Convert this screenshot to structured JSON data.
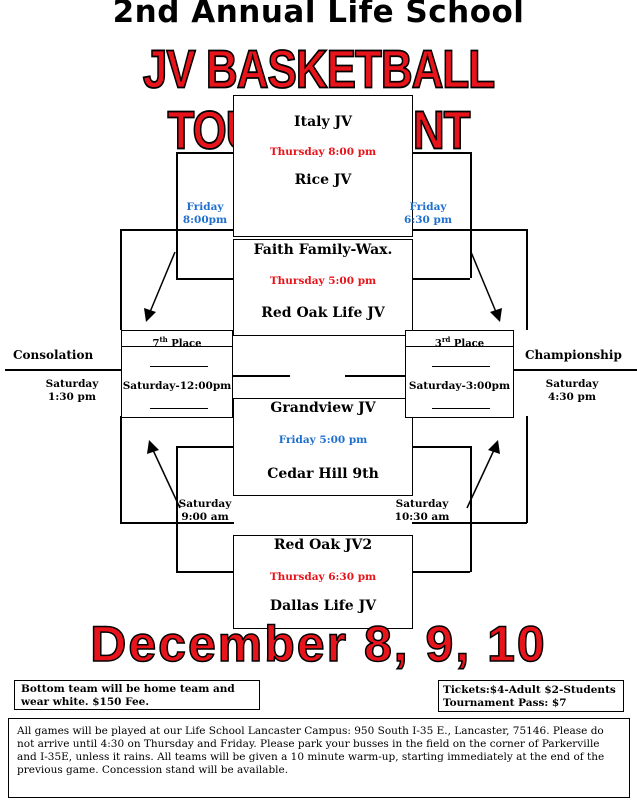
{
  "header": {
    "title": "2nd Annual Life School",
    "subtitle": "JV BASKETBALL TOURNAMENT"
  },
  "games": {
    "g1": {
      "top_team": "Italy JV",
      "time": "Thursday  8:00 pm",
      "bottom_team": "Rice JV"
    },
    "g2": {
      "top_team": "Faith Family-Wax.",
      "time": "Thursday  5:00 pm",
      "bottom_team": "Red Oak Life JV"
    },
    "g3": {
      "top_team": "Grandview JV",
      "time": "Friday  5:00 pm",
      "bottom_team": "Cedar Hill 9th"
    },
    "g4": {
      "top_team": "Red Oak JV2",
      "time": "Thursday  6:30 pm",
      "bottom_team": "Dallas Life JV"
    }
  },
  "semis": {
    "left_day": "Friday",
    "left_time": "8:00pm",
    "right_day": "Friday",
    "right_time": "6:30 pm"
  },
  "quarters_lower": {
    "left_day": "Saturday",
    "left_time": "9:00 am",
    "right_day": "Saturday",
    "right_time": "10:30 am"
  },
  "place7": {
    "title_num": "7",
    "title_sup": "th",
    "title_rest": " Place",
    "time": "Saturday-12:00pm"
  },
  "place3": {
    "title_num": "3",
    "title_sup": "rd",
    "title_rest": " Place",
    "time": "Saturday-3:00pm"
  },
  "consolation": {
    "label": "Consolation",
    "day": "Saturday",
    "time": "1:30 pm"
  },
  "championship": {
    "label": "Championship",
    "day": "Saturday",
    "time": "4:30 pm"
  },
  "dates": "December 8, 9, 10",
  "notes": {
    "home_team": "Bottom team will be home team and wear white.  $150 Fee.",
    "tickets_line1": "Tickets:$4-Adult  $2-Students",
    "tickets_line2": "Tournament Pass: $7",
    "info": "All games will be played at our Life School Lancaster Campus: 950 South I-35 E., Lancaster, 75146.  Please do not arrive until 4:30 on Thursday and Friday.  Please park your busses in the field on the corner of Parkerville and I-35E, unless it rains. All teams will be given a 10 minute warm-up, starting immediately at the end of the previous game. Concession stand will be available."
  }
}
